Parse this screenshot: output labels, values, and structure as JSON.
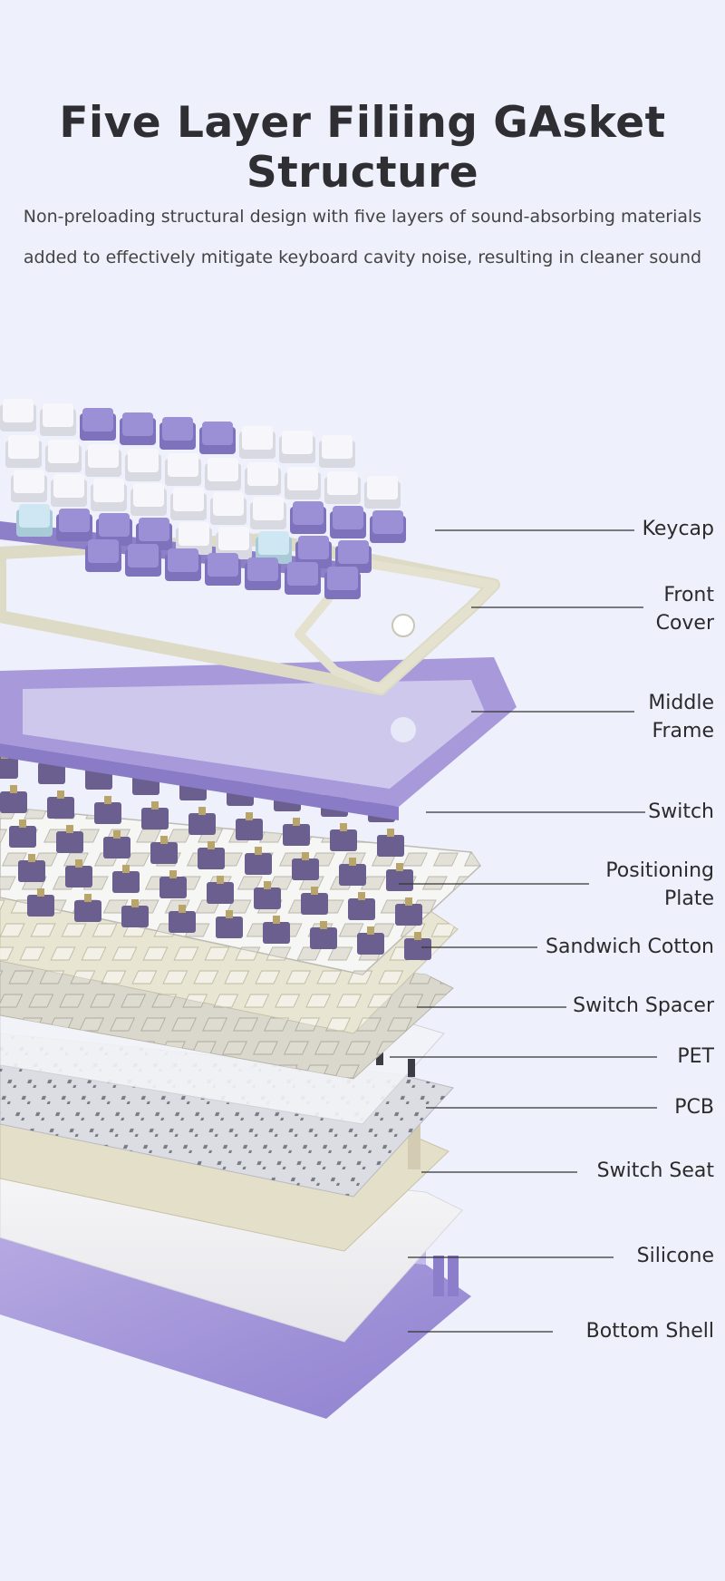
{
  "header": {
    "title": "Five Layer Filiing GAsket Structure",
    "subtitle_line1": "Non-preloading structural design with five layers of sound-absorbing materials",
    "subtitle_line2": "added to effectively mitigate keyboard cavity noise, resulting in cleaner sound"
  },
  "colors": {
    "background": "#eef0fb",
    "accent_purple": "#9b8fd6",
    "shell_purple": "#a89ada",
    "white_key": "#f7f7fb",
    "light_blue_key": "#cfe7f2",
    "plate_beige": "#e9e5d3",
    "pcb_grey": "#dcdde3",
    "silicone": "#f2f2f4"
  },
  "layers": [
    {
      "line1": "Keycap",
      "line2": ""
    },
    {
      "line1": "Front",
      "line2": "Cover"
    },
    {
      "line1": "Middle",
      "line2": "Frame"
    },
    {
      "line1": "Switch",
      "line2": ""
    },
    {
      "line1": "Positioning",
      "line2": "Plate"
    },
    {
      "line1": "Sandwich Cotton",
      "line2": ""
    },
    {
      "line1": "Switch Spacer",
      "line2": ""
    },
    {
      "line1": "PET",
      "line2": ""
    },
    {
      "line1": "PCB",
      "line2": ""
    },
    {
      "line1": "Switch Seat",
      "line2": ""
    },
    {
      "line1": "Silicone",
      "line2": ""
    },
    {
      "line1": "Bottom Shell",
      "line2": ""
    }
  ]
}
